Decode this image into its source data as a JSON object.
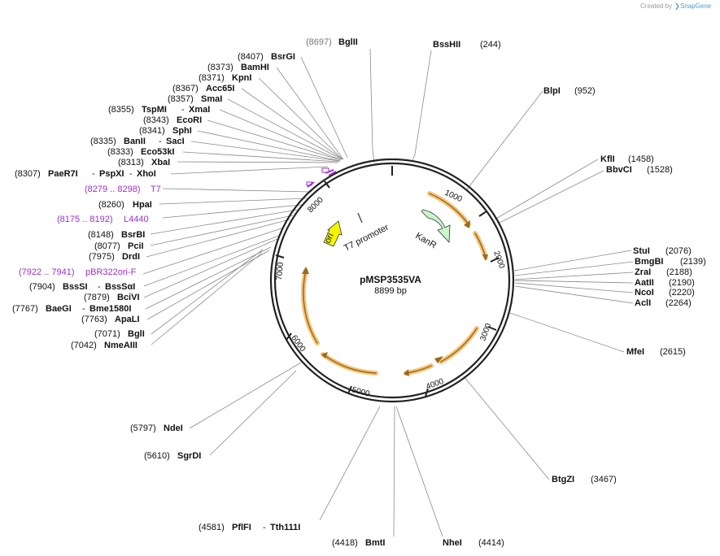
{
  "credit": {
    "created_by": "Created by",
    "brand": "SnapGene"
  },
  "plasmid": {
    "name": "pMSP3535VA",
    "size": "8899 bp"
  },
  "ticks": [
    "1000",
    "2000",
    "3000",
    "4000",
    "5000",
    "6000",
    "7000",
    "8000"
  ],
  "features": {
    "kanr": "KanR",
    "ori": "ori",
    "t7_promoter": "T7 promoter"
  },
  "sites": [
    {
      "pos": "(8697)",
      "name": "BglII"
    },
    {
      "pos": "(244)",
      "name": "BssHII"
    },
    {
      "pos": "(952)",
      "name": "BlpI"
    },
    {
      "pos": "(1458)",
      "name": "KflI"
    },
    {
      "pos": "(1528)",
      "name": "BbvCI"
    },
    {
      "pos": "(2076)",
      "name": "StuI"
    },
    {
      "pos": "(2139)",
      "name": "BmgBI"
    },
    {
      "pos": "(2188)",
      "name": "ZraI"
    },
    {
      "pos": "(2190)",
      "name": "AatII"
    },
    {
      "pos": "(2220)",
      "name": "NcoI"
    },
    {
      "pos": "(2264)",
      "name": "AclI"
    },
    {
      "pos": "(2615)",
      "name": "MfeI"
    },
    {
      "pos": "(3467)",
      "name": "BtgZI"
    },
    {
      "pos": "(4414)",
      "name": "NheI"
    },
    {
      "pos": "(4418)",
      "name": "BmtI"
    },
    {
      "pos": "(4581)",
      "name": "PflFI",
      "name2": "Tth111I"
    },
    {
      "pos": "(5610)",
      "name": "SgrDI"
    },
    {
      "pos": "(5797)",
      "name": "NdeI"
    },
    {
      "pos": "(7042)",
      "name": "NmeAIII"
    },
    {
      "pos": "(7071)",
      "name": "BglI"
    },
    {
      "pos": "(7763)",
      "name": "ApaLI"
    },
    {
      "pos": "(7767)",
      "name": "BaeGI",
      "name2": "Bme1580I"
    },
    {
      "pos": "(7879)",
      "name": "BciVI"
    },
    {
      "pos": "(7904)",
      "name": "BssSI",
      "name2": "BssSαI"
    },
    {
      "pos": "(7922 .. 7941)",
      "name": "pBR322ori-F",
      "feature": true
    },
    {
      "pos": "(7975)",
      "name": "DrdI"
    },
    {
      "pos": "(8077)",
      "name": "PciI"
    },
    {
      "pos": "(8148)",
      "name": "BsrBI"
    },
    {
      "pos": "(8175 .. 8192)",
      "name": "L4440",
      "feature": true
    },
    {
      "pos": "(8260)",
      "name": "HpaI"
    },
    {
      "pos": "(8279 .. 8298)",
      "name": "T7",
      "feature": true
    },
    {
      "pos": "(8307)",
      "name": "PaeR7I",
      "name2": "PspXI",
      "name3": "XhoI"
    },
    {
      "pos": "(8313)",
      "name": "XbaI"
    },
    {
      "pos": "(8333)",
      "name": "Eco53kI"
    },
    {
      "pos": "(8335)",
      "name": "BanII",
      "name2": "SacI"
    },
    {
      "pos": "(8341)",
      "name": "SphI"
    },
    {
      "pos": "(8343)",
      "name": "EcoRI"
    },
    {
      "pos": "(8355)",
      "name": "TspMI",
      "name2": "XmaI"
    },
    {
      "pos": "(8357)",
      "name": "SmaI"
    },
    {
      "pos": "(8367)",
      "name": "Acc65I"
    },
    {
      "pos": "(8371)",
      "name": "KpnI"
    },
    {
      "pos": "(8373)",
      "name": "BamHI"
    },
    {
      "pos": "(8407)",
      "name": "BsrGI"
    }
  ]
}
